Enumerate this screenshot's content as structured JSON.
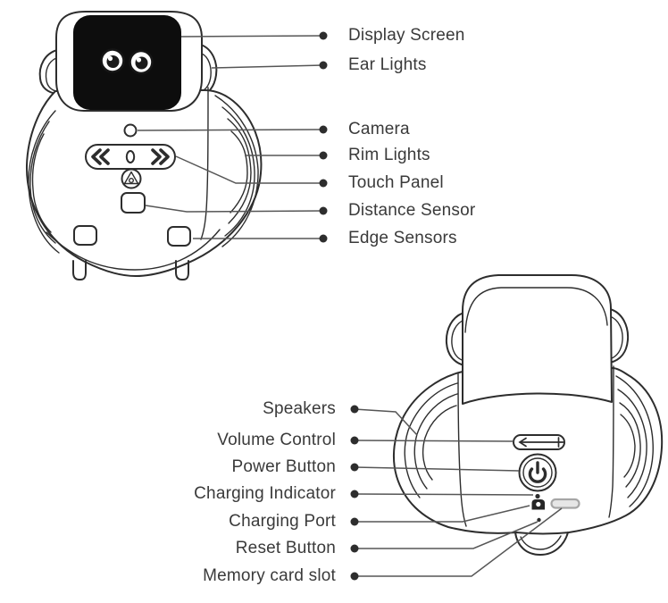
{
  "front_view": {
    "labels": [
      "Display Screen",
      "Ear Lights",
      "Camera",
      "Rim Lights",
      "Touch Panel",
      "Distance Sensor",
      "Edge Sensors"
    ]
  },
  "back_view": {
    "labels": [
      "Speakers",
      "Volume Control",
      "Power Button",
      "Charging Indicator",
      "Charging Port",
      "Reset Button",
      "Memory card slot"
    ]
  },
  "colors": {
    "line": "#2d2d2d",
    "line_soft": "#565656",
    "text": "#3a3a3a",
    "screen": "#0d0d0d",
    "slot_fill": "#e6e6e6",
    "slot_stroke": "#a6a6a6",
    "bg": "#ffffff"
  }
}
